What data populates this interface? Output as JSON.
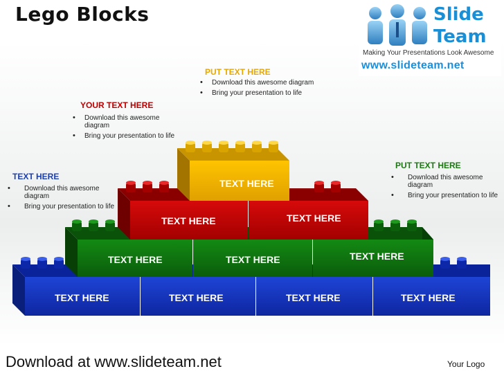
{
  "title": "Lego Blocks",
  "logo": {
    "brand_line1": "Slide",
    "brand_line2": "Team",
    "tagline": "Making Your Presentations Look Awesome",
    "url": "www.slideteam.net"
  },
  "callouts": {
    "top_center": {
      "heading": "PUT TEXT HERE",
      "items": [
        "Download this awesome diagram",
        "Bring your presentation to life"
      ],
      "color": "#e8a800"
    },
    "upper_left": {
      "heading": "YOUR TEXT HERE",
      "items": [
        "Download this awesome diagram",
        "Bring your presentation to life"
      ],
      "color": "#c00000"
    },
    "left": {
      "heading": "TEXT HERE",
      "items": [
        "Download this awesome diagram",
        "Bring your presentation to life"
      ],
      "color": "#1a3fb0"
    },
    "right": {
      "heading": "PUT TEXT HERE",
      "items": [
        "Download this awesome diagram",
        "Bring your presentation to life"
      ],
      "color": "#1a7a10"
    }
  },
  "pyramid": {
    "yellow": [
      "TEXT  HERE"
    ],
    "red": [
      "TEXT HERE",
      "TEXT  HERE"
    ],
    "green": [
      "TEXT HERE",
      "TEXT HERE",
      "TEXT HERE"
    ],
    "blue": [
      "TEXT HERE",
      "TEXT HERE",
      "TEXT HERE",
      "TEXT HERE"
    ]
  },
  "colors": {
    "yellow": "#f2b400",
    "red": "#c40000",
    "green": "#0e6e0e",
    "blue": "#1230b8"
  },
  "footer": {
    "download": "Download at www.slideteam.net",
    "your_logo": "Your Logo"
  }
}
